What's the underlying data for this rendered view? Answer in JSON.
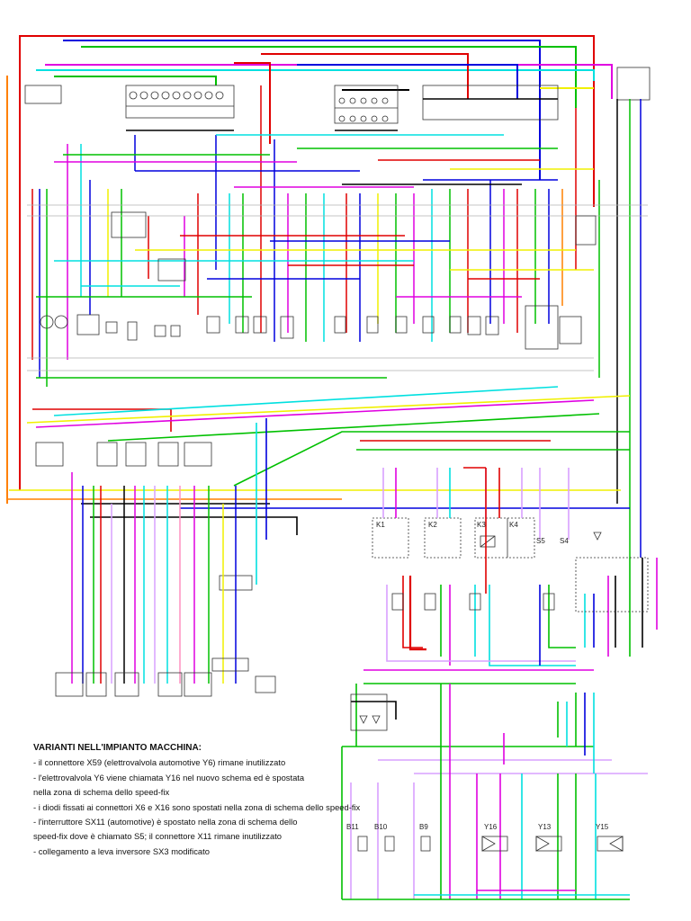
{
  "notes": {
    "title": "VARIANTI NELL'IMPIANTO MACCHINA:",
    "items": [
      "- il connettore X59 (elettrovalvola automotive Y6) rimane inutilizzato",
      "- l'elettrovalvola Y6 viene chiamata Y16 nel nuovo schema ed è spostata",
      "nella zona di schema dello speed-fix",
      "- i diodi fissati ai connettori X6 e X16 sono spostati nella zona di schema dello speed-fix",
      "- l'interruttore SX11 (automotive) è spostato nella zona di schema dello",
      "speed-fix dove è chiamato S5; il connettore X11 rimane inutilizzato",
      "- collegamento a leva inversore SX3 modificato"
    ]
  },
  "labels": {
    "k1": "K1",
    "k2": "K2",
    "k3": "K3",
    "k4": "K4",
    "s5": "S5",
    "s4": "S4",
    "y16": "Y16",
    "y13": "Y13",
    "y15": "Y15",
    "b11": "B11",
    "b10": "B10",
    "b9": "B9"
  },
  "colors": {
    "red": "#e00000",
    "blue": "#0000dd",
    "green": "#00c000",
    "cyan": "#00e0e0",
    "magenta": "#e000e0",
    "yellow": "#f0f000",
    "orange": "#ff8000",
    "black": "#000000",
    "pink": "#ff90c0",
    "violet": "#d8a0ff",
    "darkred": "#a00000",
    "brown": "#a06030"
  }
}
